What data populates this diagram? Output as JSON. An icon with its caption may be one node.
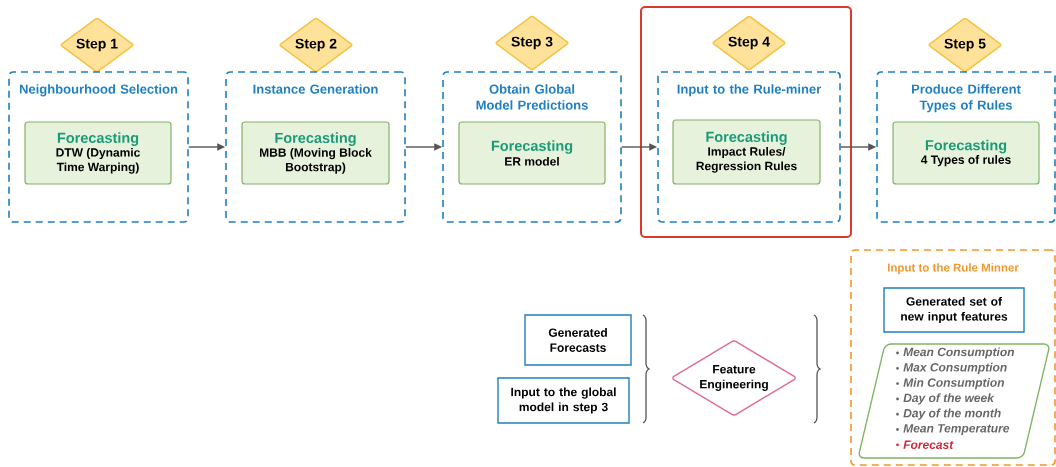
{
  "diagram": {
    "nodes": [
      {
        "text": [
          "Step 1"
        ]
      },
      {
        "text": [
          "Neighbourhood Selection"
        ]
      },
      {
        "text": [
          "Forecasting",
          "DTW (Dynamic Time Warping)"
        ],
        "in": 1
      },
      {
        "text": [
          "Step 2"
        ]
      },
      {
        "text": [
          "Instance Generation"
        ]
      },
      {
        "text": [
          "Forecasting",
          "MBB (Moving Block Bootstrap)"
        ],
        "in": 4
      },
      {
        "text": [
          "Step 3"
        ]
      },
      {
        "text": [
          "Obtain Global Model Predictions"
        ]
      },
      {
        "text": [
          "Forecasting",
          "ER model"
        ],
        "in": 7
      },
      {
        "text": [],
        "shape": "box"
      },
      {
        "text": [
          "Step 4"
        ],
        "in": 9
      },
      {
        "text": [
          "Input to the Rule-miner"
        ],
        "in": 9
      },
      {
        "text": [
          "Forecasting",
          "Impact Rules/ Regression Rules"
        ],
        "in": 11
      },
      {
        "text": [
          "Step 5"
        ]
      },
      {
        "text": [
          "Produce Different Types of Rules"
        ]
      },
      {
        "text": [
          "Forecasting",
          "4 Types of rules"
        ],
        "in": 14
      },
      {
        "text": [
          "Generated Forecasts"
        ]
      },
      {
        "text": [
          "Input to the global model in step 3"
        ]
      },
      {
        "text": [
          "Feature Engineering"
        ]
      },
      {
        "text": [
          "Input to the Rule Minner"
        ]
      },
      {
        "text": [
          "Generated set of new input features"
        ],
        "in": 19
      },
      {
        "text": [
          "Mean Consumption",
          "Max Consumption",
          "Min Consumption",
          "Day of the week",
          "Day of the month",
          "Mean Temperature",
          "Forecast"
        ],
        "in": 19
      }
    ],
    "edges": [
      {
        "from": 1,
        "to": 4,
        "arrow": "to"
      },
      {
        "from": 4,
        "to": 7,
        "arrow": "to"
      },
      {
        "from": 7,
        "to": 11,
        "arrow": "to"
      },
      {
        "from": 11,
        "to": 14,
        "arrow": "to"
      }
    ]
  }
}
